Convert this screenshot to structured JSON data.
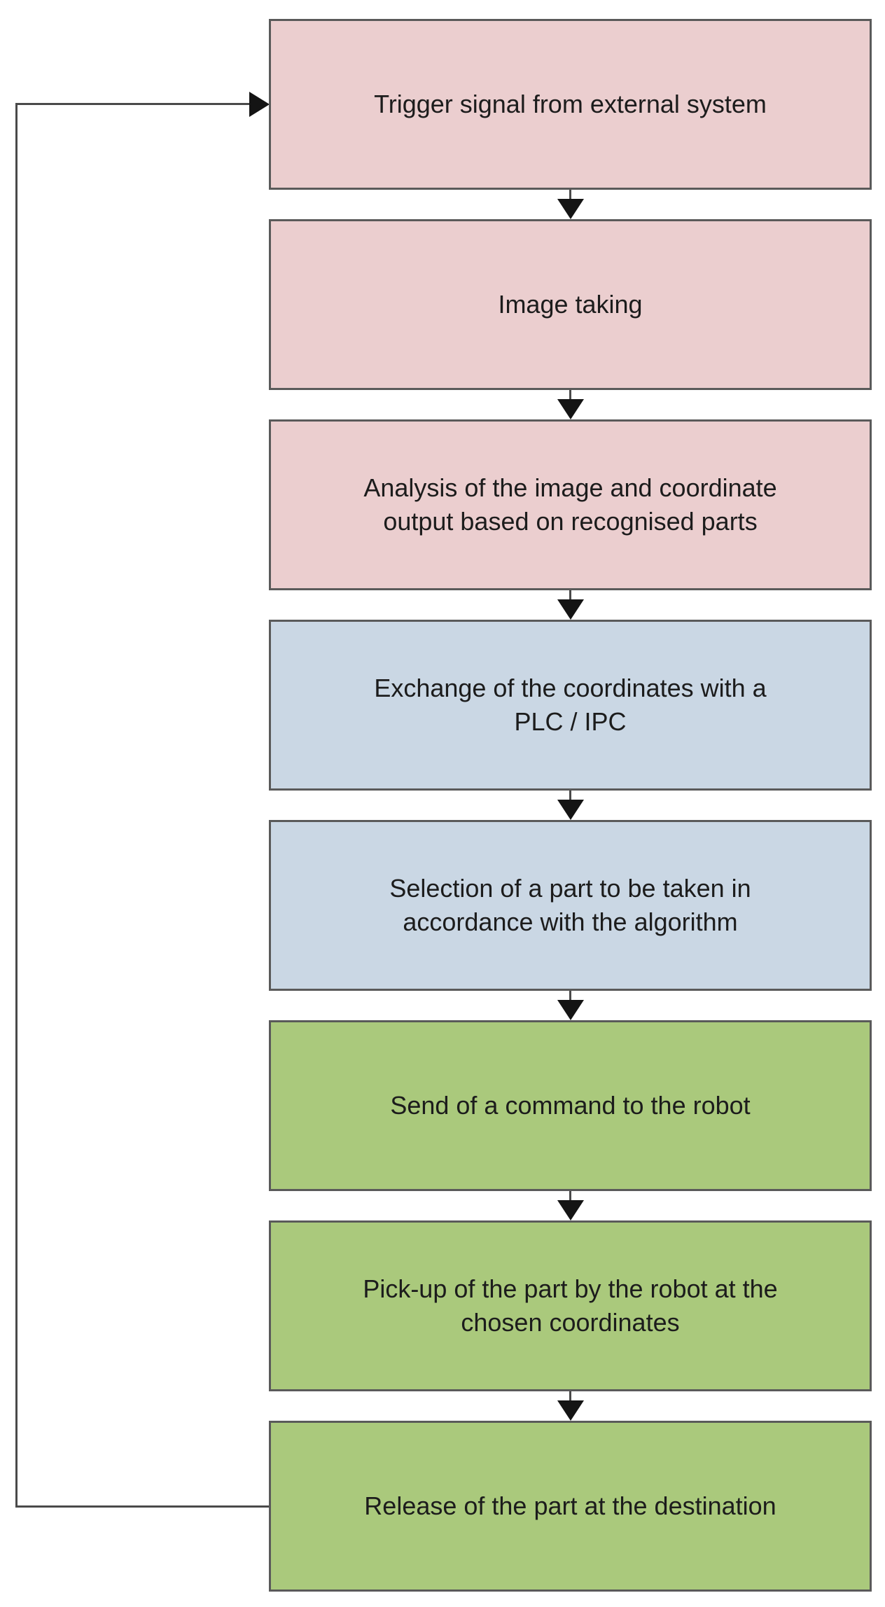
{
  "flowchart": {
    "type": "flowchart",
    "steps": [
      {
        "label": "Trigger signal from external system",
        "fill": "#ebcecf",
        "stage": "vision"
      },
      {
        "label": "Image taking",
        "fill": "#ebcecf",
        "stage": "vision"
      },
      {
        "label": "Analysis of the image and coordinate output based on recognised parts",
        "fill": "#ebcecf",
        "stage": "vision"
      },
      {
        "label": "Exchange of the coordinates with a PLC / IPC",
        "fill": "#cad7e4",
        "stage": "control"
      },
      {
        "label": "Selection of a part to be taken in accordance with the algorithm",
        "fill": "#cad7e4",
        "stage": "control"
      },
      {
        "label": "Send of a command to the robot",
        "fill": "#aac97c",
        "stage": "robot"
      },
      {
        "label": "Pick-up of the part by the robot at the chosen coordinates",
        "fill": "#aac97c",
        "stage": "robot"
      },
      {
        "label": "Release of the part at the destination",
        "fill": "#aac97c",
        "stage": "robot"
      }
    ],
    "connections": {
      "sequence": "top-to-bottom, each step to the next",
      "feedback_loop_from_index": 7,
      "feedback_loop_to_index": 0
    },
    "colors": {
      "stage_vision_fill": "#ebcecf",
      "stage_control_fill": "#cad7e4",
      "stage_robot_fill": "#aac97c",
      "box_border": "#5a5a5a",
      "connector_line": "#4a4a4a",
      "arrowhead": "#141414",
      "text": "#1c1c1c",
      "background": "#ffffff"
    }
  }
}
